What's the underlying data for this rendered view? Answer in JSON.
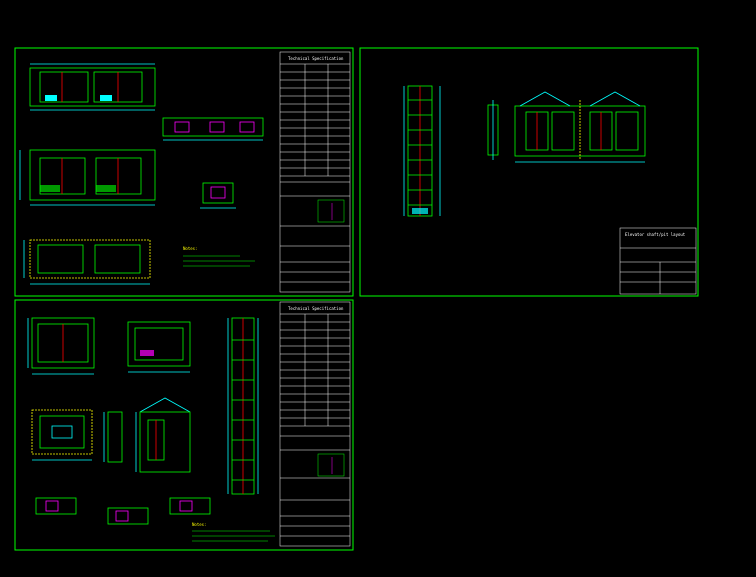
{
  "colors": {
    "background": "#000000",
    "frame": "#00ff00",
    "structure": "#00ff00",
    "dimension": "#00ffff",
    "accent_red": "#ff0000",
    "accent_yellow": "#ffff00",
    "accent_magenta": "#ff00ff",
    "text": "#ffffff"
  },
  "sheets": [
    {
      "id": "sheet-1",
      "title_block": {
        "table_header": "Technical Specification",
        "notes_label": "Notes:"
      }
    },
    {
      "id": "sheet-2",
      "title_block": {
        "project": "Elevator shaft/pit layout"
      }
    },
    {
      "id": "sheet-3",
      "title_block": {
        "table_header": "Technical Specification",
        "notes_label": "Notes:"
      }
    }
  ]
}
